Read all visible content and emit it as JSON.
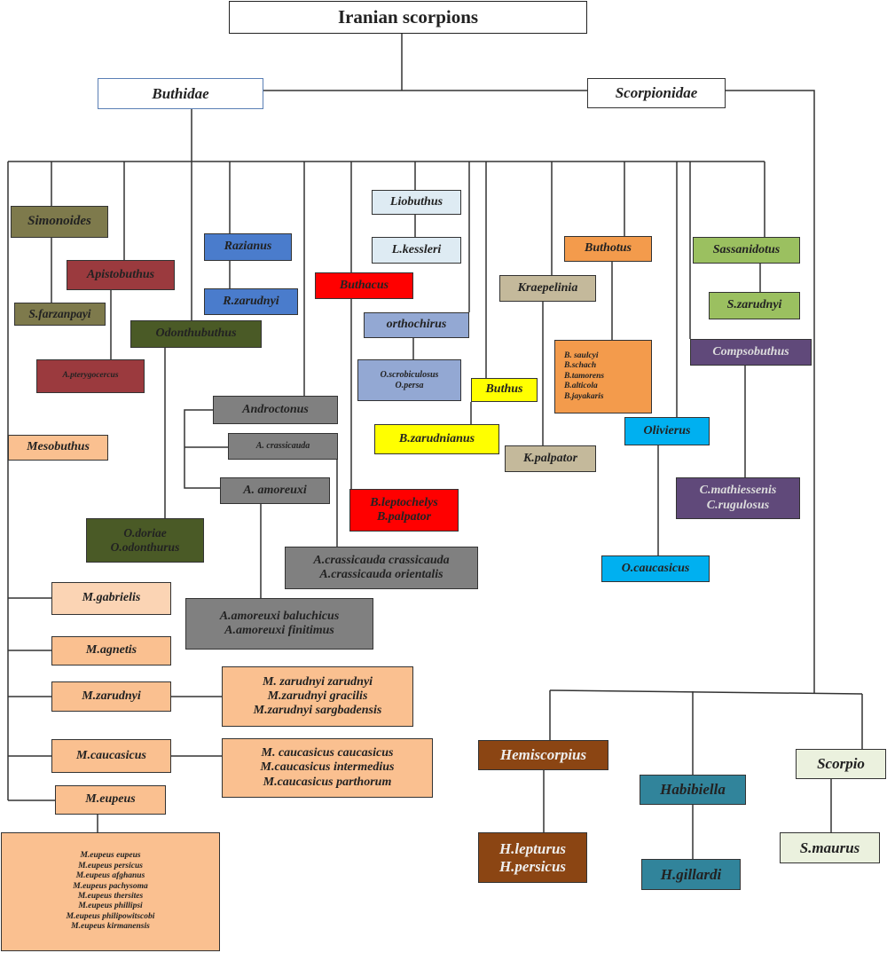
{
  "title": "Iranian scorpions",
  "families": {
    "buthidae": "Buthidae",
    "scorpionidae": "Scorpionidae"
  },
  "genera": {
    "simonoides": {
      "name": "Simonoides",
      "color": "#7e7a4c",
      "species": [
        "S.farzanpayi"
      ]
    },
    "apistobuthus": {
      "name": "Apistobuthus",
      "color": "#9b3a3e",
      "species": [
        "A.pterygocercus"
      ]
    },
    "odonthubuthus": {
      "name": "Odonthubuthus",
      "color": "#4a5a26",
      "species": [
        "O.doriae",
        "O.odonthurus"
      ]
    },
    "razianus": {
      "name": "Razianus",
      "color": "#4a7ccc",
      "species": [
        "R.zarudnyi"
      ]
    },
    "androctonus": {
      "name": "Androctonus",
      "color": "#808080",
      "sub": [
        "A. crassicauda",
        "A. amoreuxi"
      ],
      "crassicauda_subspecies": [
        "A.crassicauda crassicauda",
        "A.crassicauda orientalis"
      ],
      "amoreuxi_subspecies": [
        "A.amoreuxi  baluchicus",
        "A.amoreuxi finitimus"
      ]
    },
    "liobuthus": {
      "name": "Liobuthus",
      "color": "#deebf3",
      "species": [
        "L.kessleri"
      ]
    },
    "buthacus": {
      "name": "Buthacus",
      "color": "#ff0000",
      "species": [
        "B.leptochelys",
        "B.palpator"
      ]
    },
    "orthochirus": {
      "name": "orthochirus",
      "color": "#93a8d3",
      "species": [
        "O.scrobiculosus",
        "O.persa"
      ]
    },
    "buthus": {
      "name": "Buthus",
      "color": "#ffff00",
      "species": [
        "B.zarudnianus"
      ]
    },
    "kraepelinia": {
      "name": "Kraepelinia",
      "color": "#c4b99b",
      "species": [
        "K.palpator"
      ]
    },
    "buthotus": {
      "name": "Buthotus",
      "color": "#f39b4c",
      "species": [
        "B. saulcyi",
        "B.schach",
        "B.tamorens",
        "B.alticola",
        "B.jayakaris"
      ]
    },
    "olivierus": {
      "name": "Olivierus",
      "color": "#00b0f0",
      "species": [
        "O.caucasicus"
      ]
    },
    "sassanidotus": {
      "name": "Sassanidotus",
      "color": "#9bc060",
      "species": [
        "S.zarudnyi"
      ]
    },
    "compsobuthus": {
      "name": "Compsobuthus",
      "color": "#60497a",
      "species": [
        "C.mathiessenis",
        "C.rugulosus"
      ]
    },
    "mesobuthus": {
      "name": "Mesobuthus",
      "color": "#fac090",
      "species": [
        {
          "name": "M.gabrielis",
          "subspecies": []
        },
        {
          "name": "M.agnetis",
          "subspecies": []
        },
        {
          "name": "M.zarudnyi",
          "subspecies": [
            "M. zarudnyi zarudnyi",
            "M.zarudnyi gracilis",
            "M.zarudnyi sargbadensis"
          ]
        },
        {
          "name": "M.caucasicus",
          "subspecies": [
            "M. caucasicus caucasicus",
            "M.caucasicus intermedius",
            "M.caucasicus  parthorum"
          ]
        },
        {
          "name": "M.eupeus",
          "subspecies": [
            "M.eupeus eupeus",
            "M.eupeus persicus",
            "M.eupeus afghanus",
            "M.eupeus pachysoma",
            "M.eupeus thersites",
            "M.eupeus phillipsi",
            "M.eupeus philipowitscobi",
            "M.eupeus kirmanensis"
          ]
        }
      ]
    }
  },
  "scorpionidae_genera": {
    "hemiscorpius": {
      "name": "Hemiscorpius",
      "color": "#8b4513",
      "species": [
        "H.lepturus",
        "H.persicus"
      ]
    },
    "habibiella": {
      "name": "Habibiella",
      "color": "#31849b",
      "species": [
        "H.gillardi"
      ]
    },
    "scorpio": {
      "name": "Scorpio",
      "color": "#ebf1de",
      "species": [
        "S.maurus"
      ]
    }
  }
}
